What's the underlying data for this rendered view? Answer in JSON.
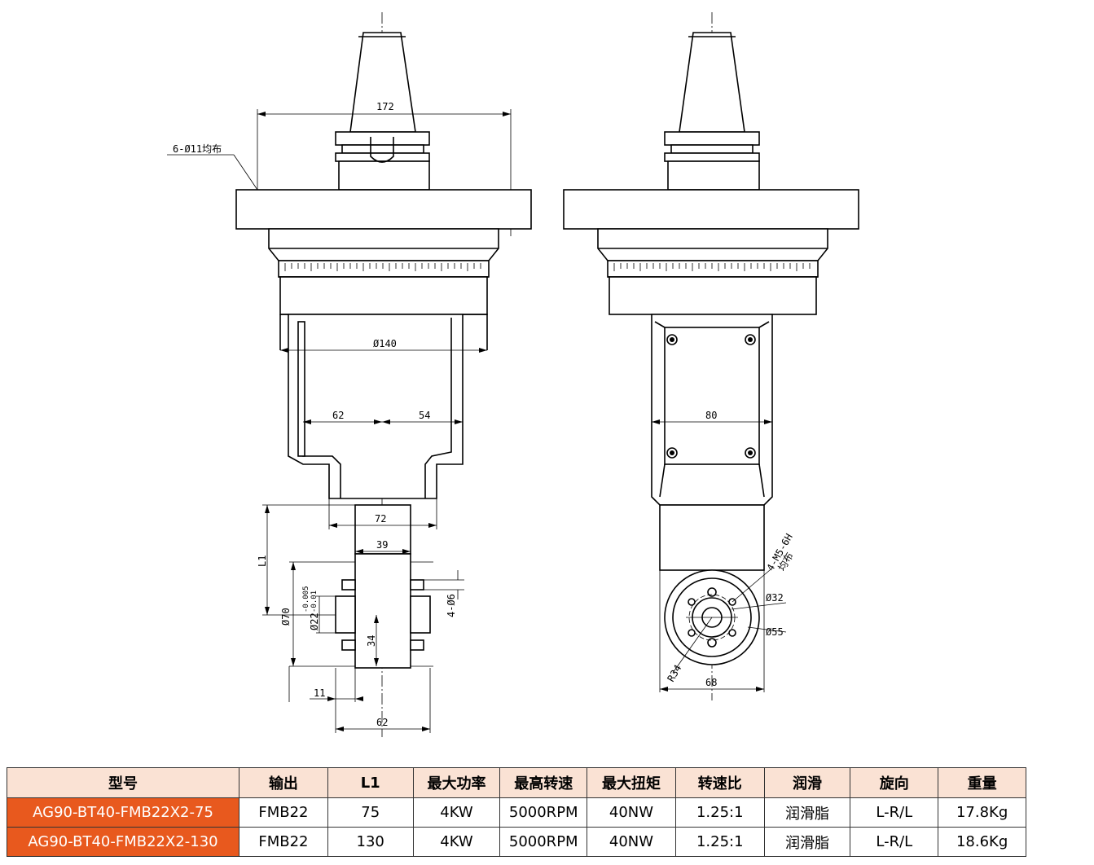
{
  "drawing": {
    "front_view": {
      "dim_width_top": "172",
      "note_holes": "6-Ø11均布",
      "dim_body_dia": "Ø140",
      "dim_left": "62",
      "dim_right": "54",
      "dim_neck": "72",
      "dim_head": "39",
      "dim_l1": "L1",
      "dim_out_dia": "Ø70",
      "dim_bore": "Ø22",
      "tol_upper": "-0.005",
      "tol_lower": "-0.01",
      "dim_key": "4-Ø6",
      "dim_34": "34",
      "dim_11": "11",
      "dim_62_bottom": "62"
    },
    "side_view": {
      "dim_body": "80",
      "note_thread": "4-M5-6H",
      "note_even": "均布",
      "dim_pcd": "Ø32",
      "dim_face": "Ø55",
      "dim_radius": "R34",
      "dim_width": "68"
    }
  },
  "table": {
    "headers": [
      "型号",
      "输出",
      "L1",
      "最大功率",
      "最高转速",
      "最大扭矩",
      "转速比",
      "润滑",
      "旋向",
      "重量"
    ],
    "rows": [
      [
        "AG90-BT40-FMB22X2-75",
        "FMB22",
        "75",
        "4KW",
        "5000RPM",
        "40NW",
        "1.25:1",
        "润滑脂",
        "L-R/L",
        "17.8Kg"
      ],
      [
        "AG90-BT40-FMB22X2-130",
        "FMB22",
        "130",
        "4KW",
        "5000RPM",
        "40NW",
        "1.25:1",
        "润滑脂",
        "L-R/L",
        "18.6Kg"
      ]
    ]
  },
  "colors": {
    "header_bg": "#fae2d4",
    "model_bg": "#e8591e"
  }
}
